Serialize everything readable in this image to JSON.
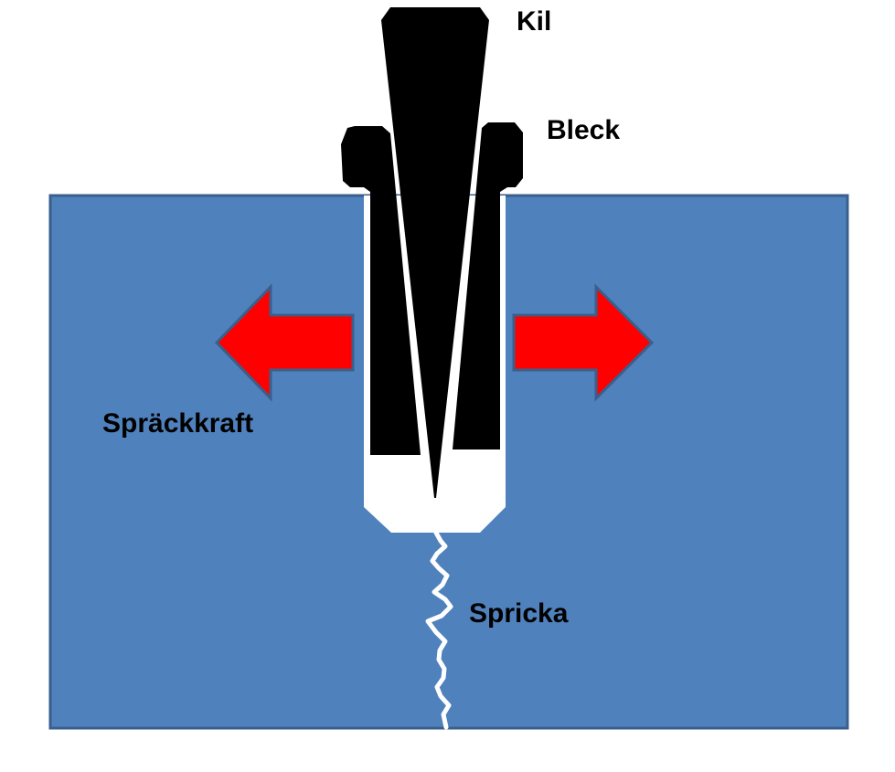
{
  "labels": {
    "wedge": "Kil",
    "shims": "Bleck",
    "splitting_force": "Spräckkraft",
    "crack": "Spricka"
  },
  "colors": {
    "rock": "#4F81BD",
    "rock_border": "#3A5F8B",
    "hole": "#FFFFFF",
    "tool": "#000000",
    "arrow": "#FF0000",
    "arrow_border": "#3A5F8B",
    "crack": "#FFFFFF"
  },
  "icons": {
    "wedge": "wedge-shape",
    "shims": "shim-plate-shape",
    "force_left": "arrow-left-icon",
    "force_right": "arrow-right-icon",
    "crack": "crack-line"
  }
}
